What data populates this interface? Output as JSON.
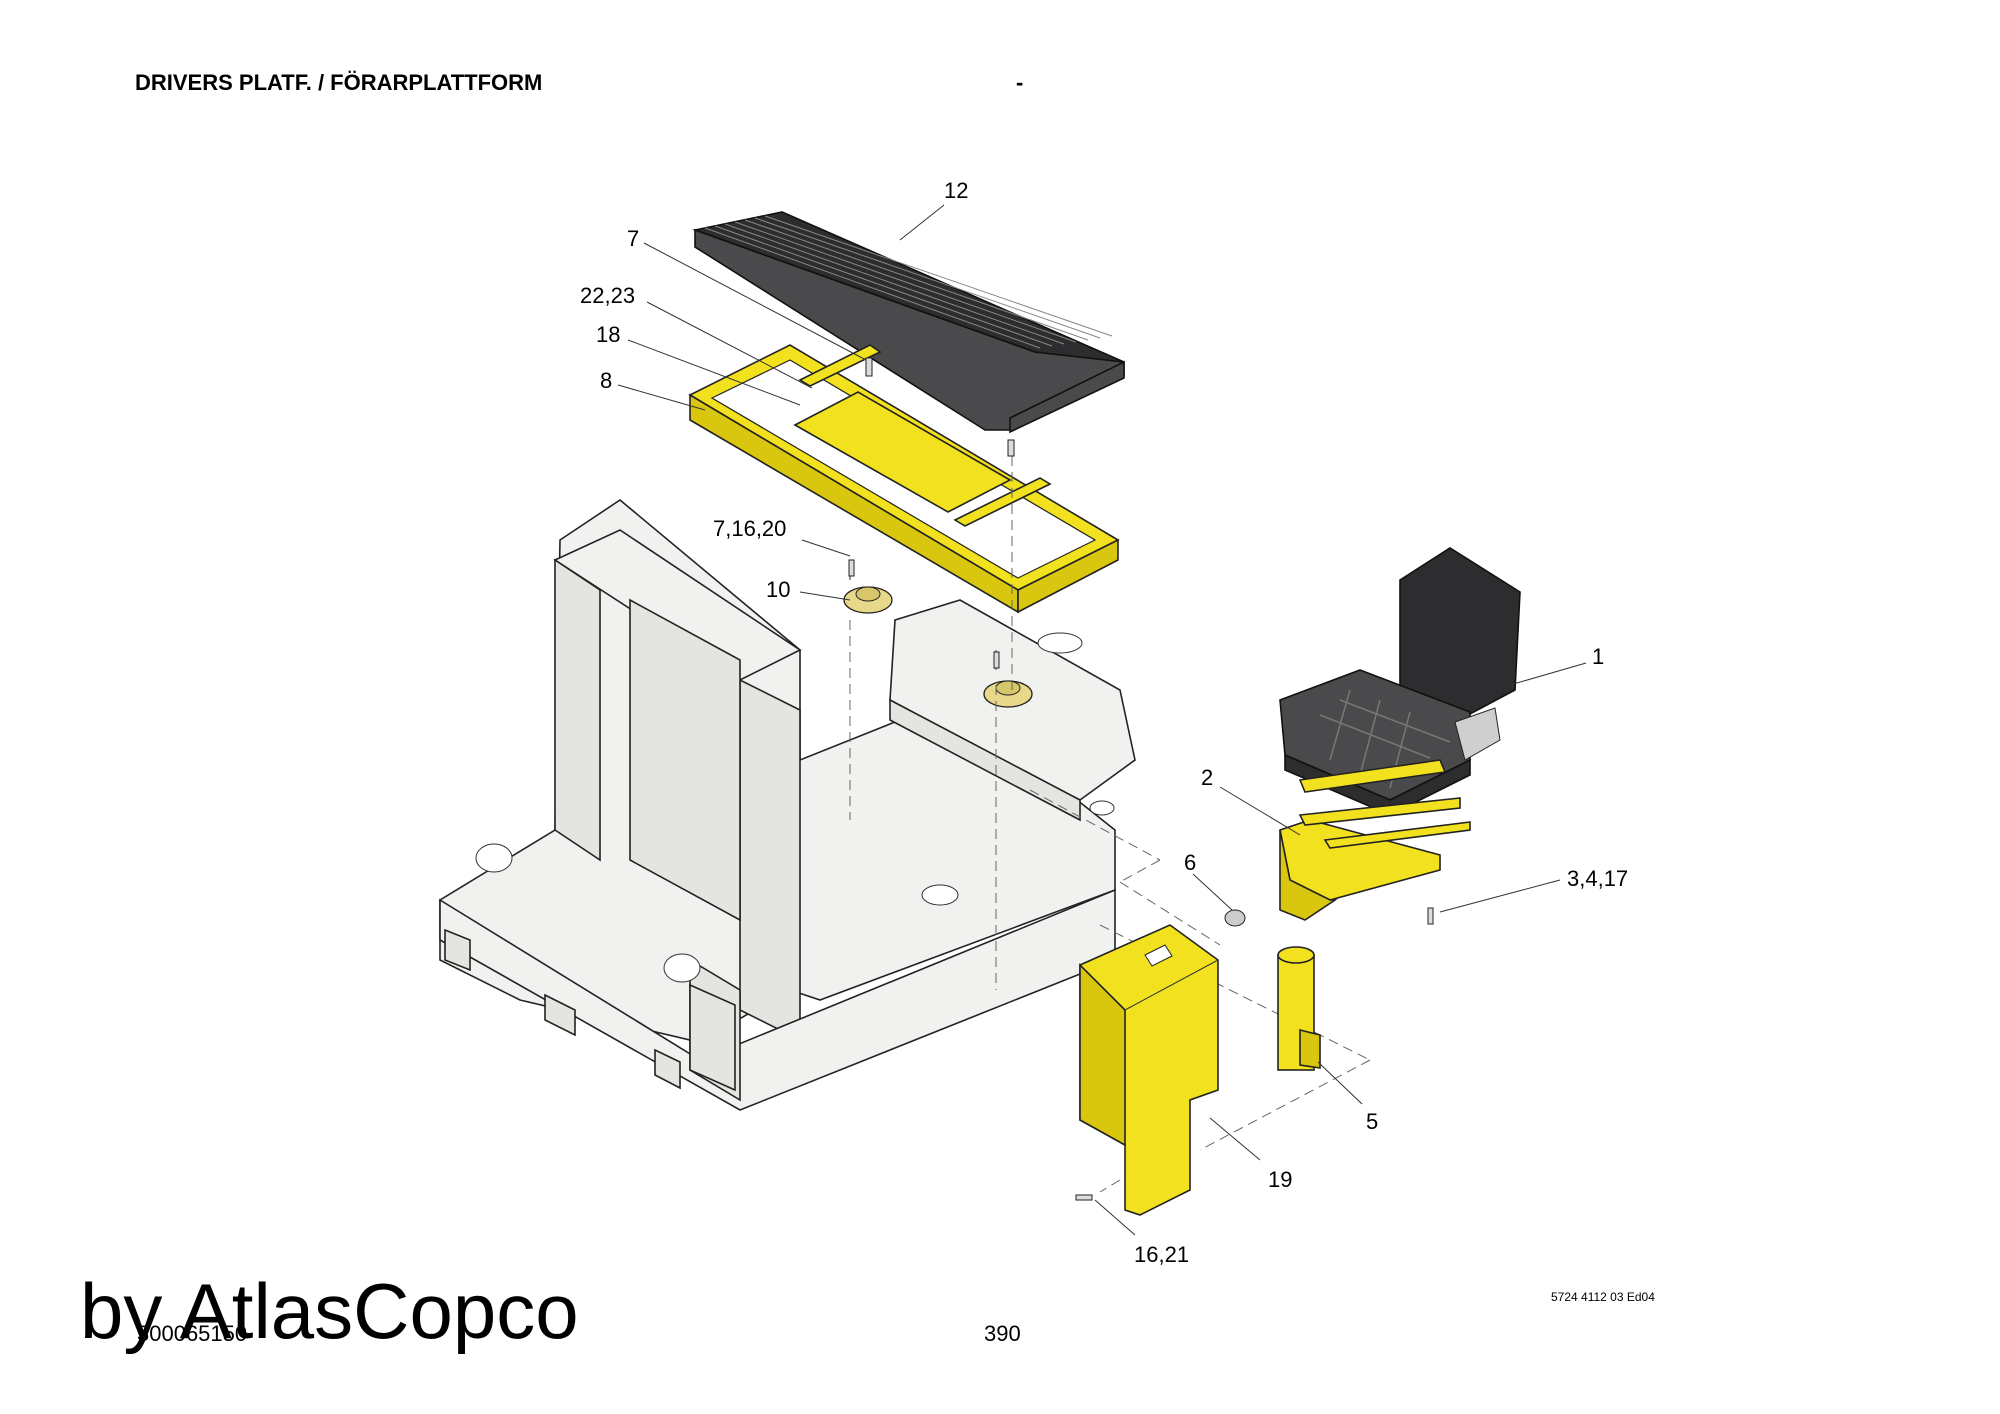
{
  "header": {
    "title": "DRIVERS PLATF. / FÖRARPLATTFORM",
    "dash": "-"
  },
  "callouts": {
    "c12": "12",
    "c7": "7",
    "c2223": "22,23",
    "c18": "18",
    "c8": "8",
    "c71620": "7,16,20",
    "c10": "10",
    "c1": "1",
    "c2": "2",
    "c6": "6",
    "c3417": "3,4,17",
    "c5": "5",
    "c19": "19",
    "c1621": "16,21"
  },
  "footer": {
    "drawing_code": "5724 4112 03 Ed04",
    "page_number": "390",
    "figure_id": "300065150",
    "watermark": "by AtlasCopco"
  }
}
